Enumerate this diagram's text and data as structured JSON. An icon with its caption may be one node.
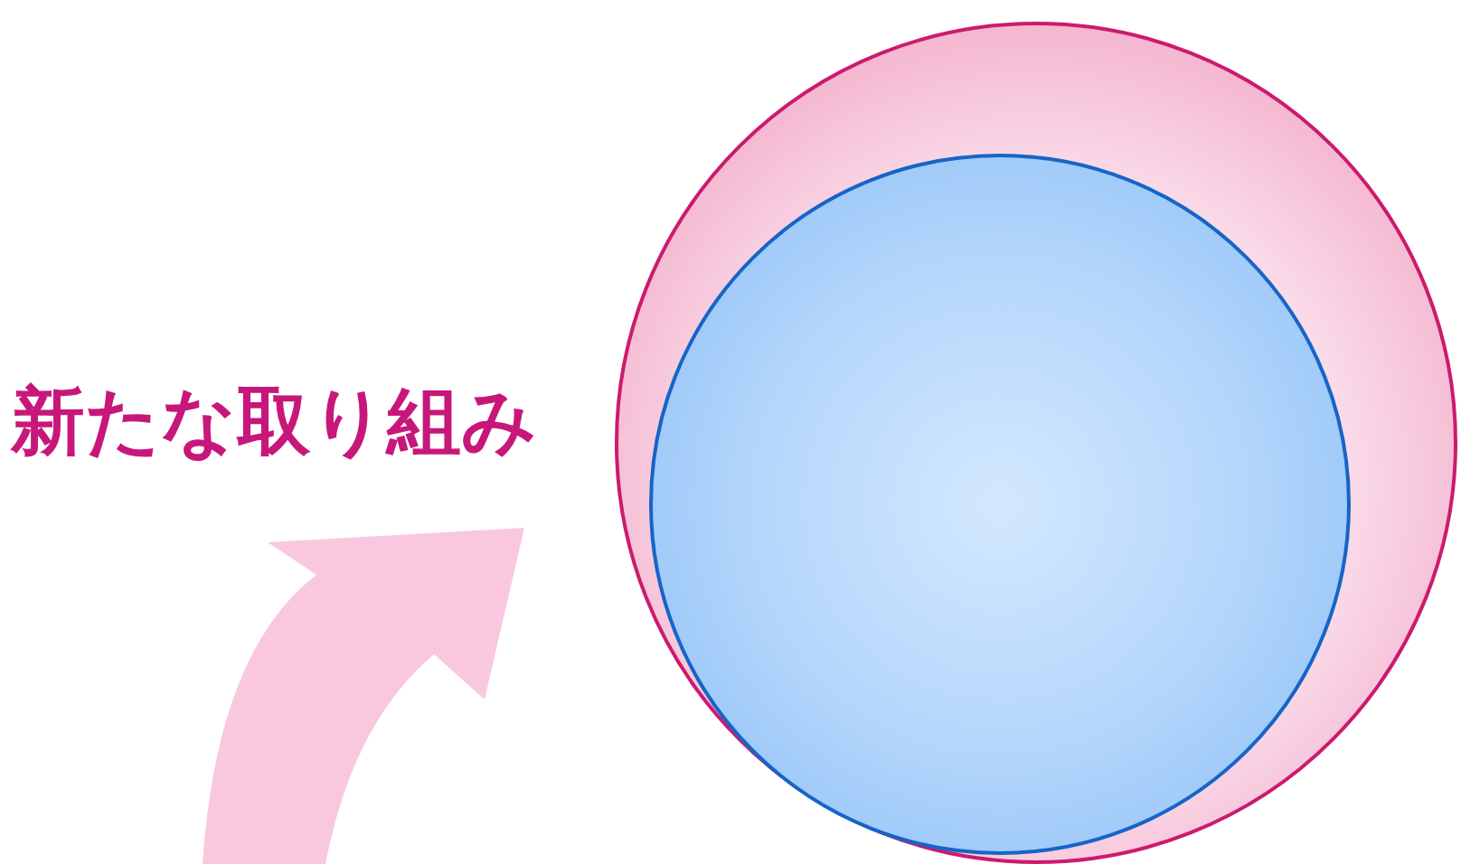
{
  "diagram": {
    "nodes": [
      {
        "text": [],
        "shape": "circle"
      },
      {
        "text": [],
        "shape": "circle",
        "in": 0
      }
    ],
    "edges": [],
    "labels": [
      "新たな取り組み"
    ]
  }
}
